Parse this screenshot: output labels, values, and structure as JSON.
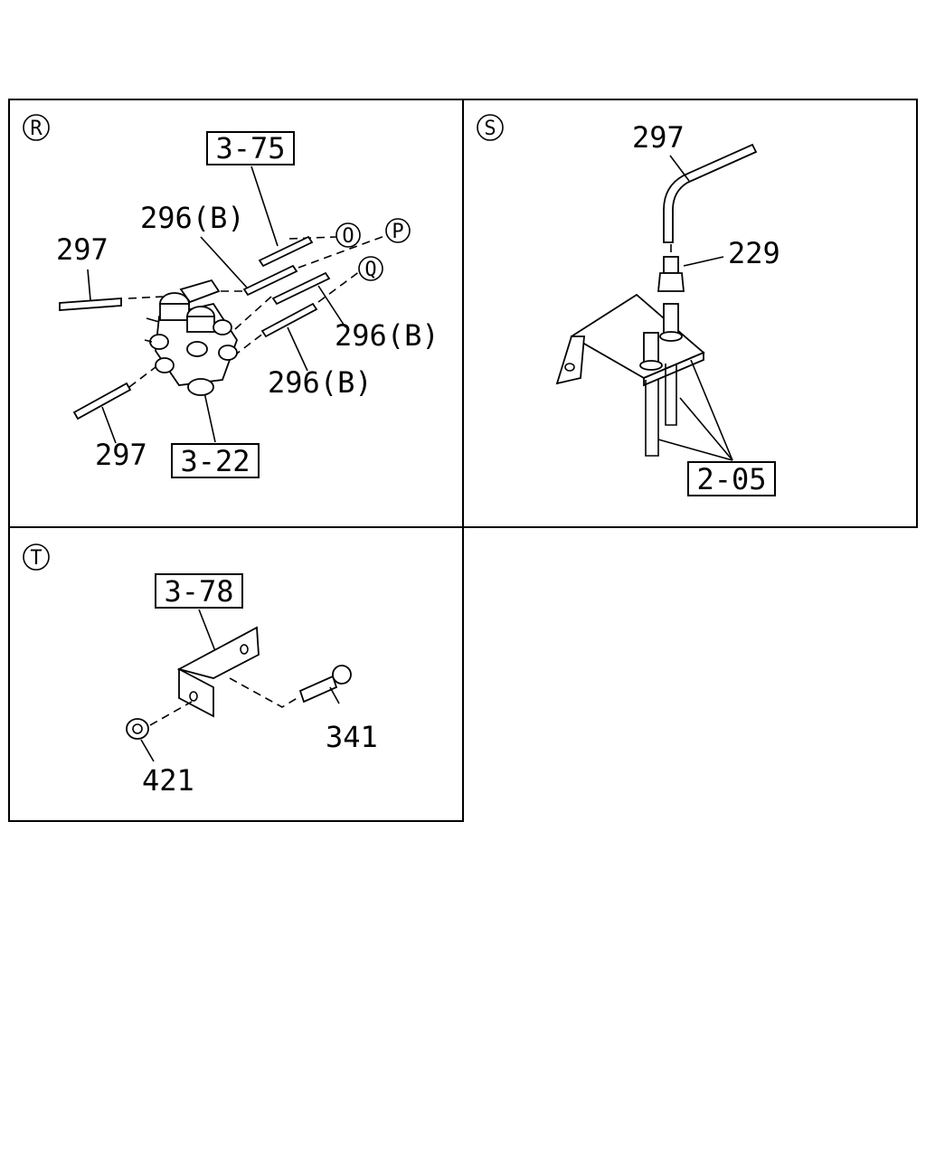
{
  "panels": {
    "r": {
      "letter": "R",
      "box_labels": [
        "3-75",
        "3-22"
      ],
      "callouts": [
        "O",
        "P",
        "Q"
      ],
      "part_labels": [
        "296(B)",
        "296(B)",
        "296(B)",
        "297",
        "297"
      ]
    },
    "s": {
      "letter": "S",
      "box_labels": [
        "2-05"
      ],
      "part_labels": [
        "297",
        "229"
      ]
    },
    "t": {
      "letter": "T",
      "box_labels": [
        "3-78"
      ],
      "part_labels": [
        "341",
        "421"
      ]
    }
  }
}
